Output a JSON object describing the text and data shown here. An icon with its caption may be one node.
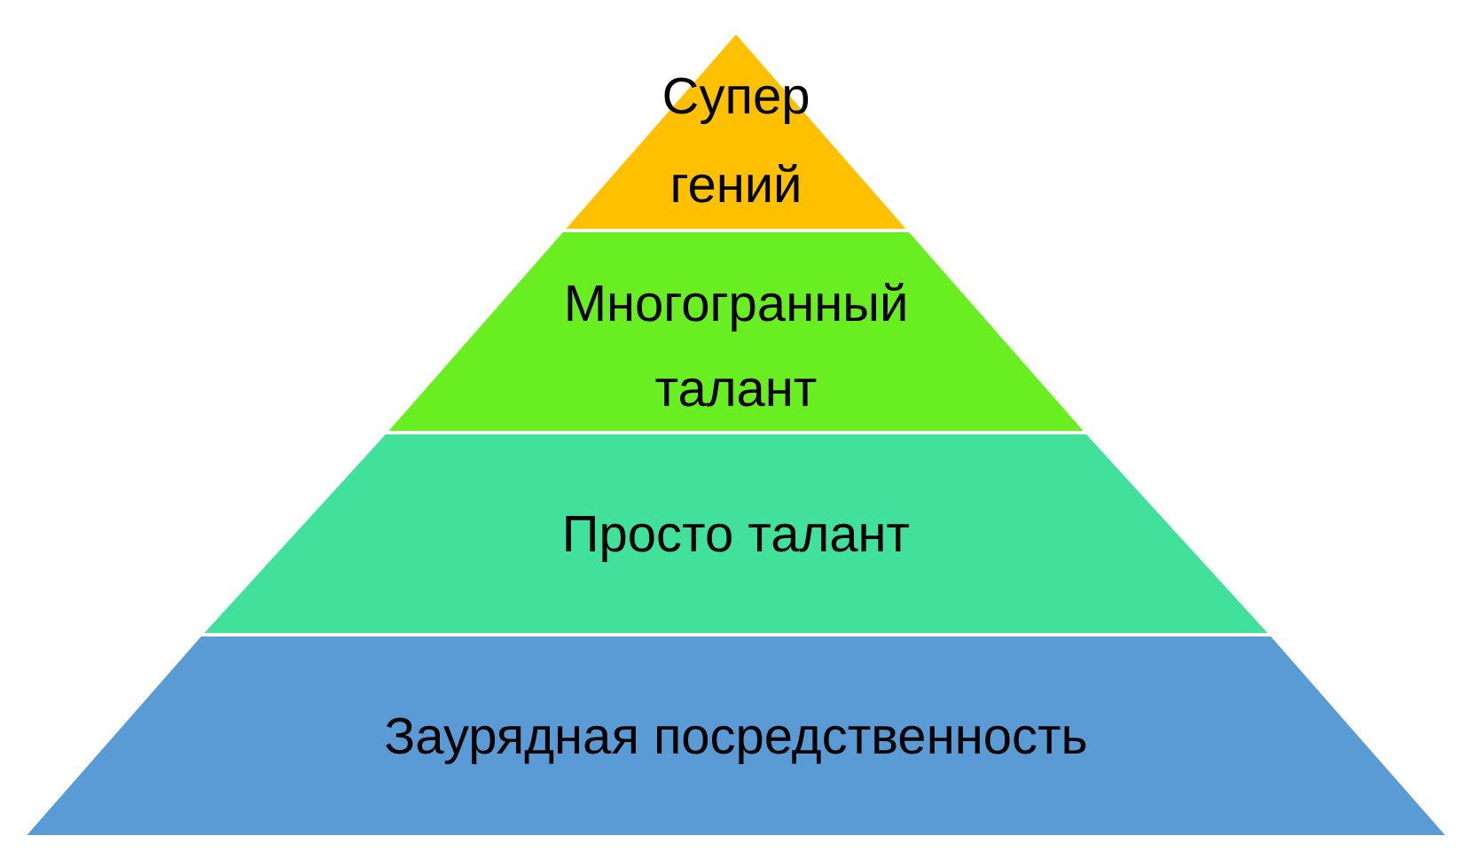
{
  "diagram": {
    "nodes": [
      {
        "text": [
          "Супер гений"
        ]
      },
      {
        "text": [
          "Многогранный талант"
        ]
      },
      {
        "text": [
          "Просто талант"
        ]
      },
      {
        "text": [
          "Заурядная посредственность"
        ]
      }
    ]
  }
}
